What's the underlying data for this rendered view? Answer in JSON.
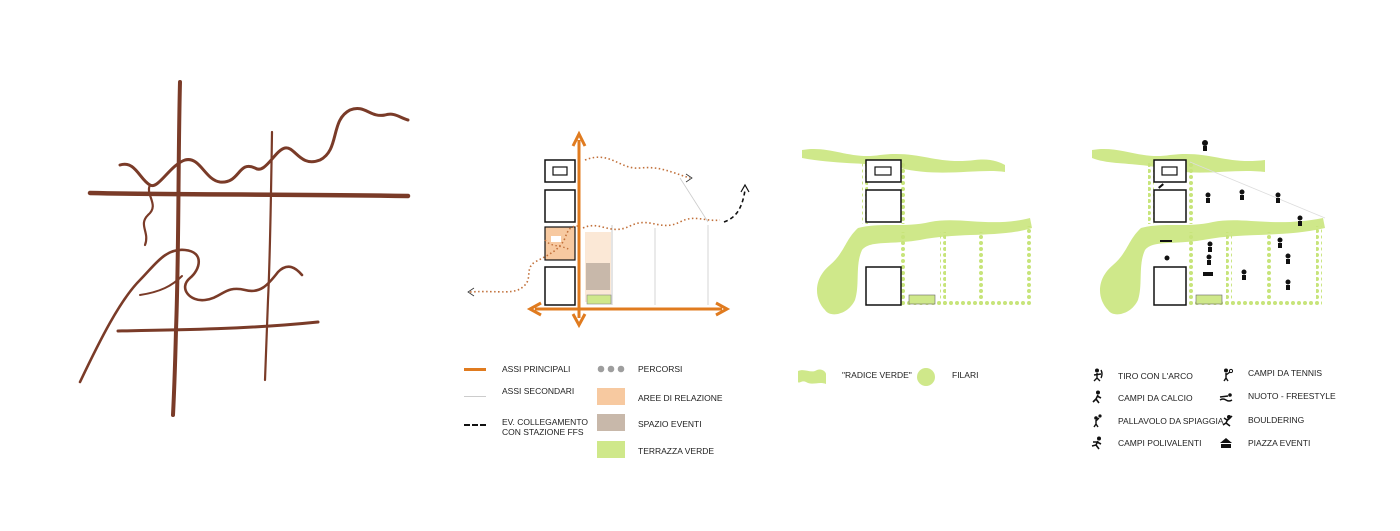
{
  "colors": {
    "sketch_brown": "#7a3b28",
    "orange_axis": "#e07b1f",
    "orange_light": "#f7c9a0",
    "event_grey": "#c8b8aa",
    "green_light": "#cfe88a",
    "green_dot": "#c7e47a",
    "dot_grey": "#9e9e9e"
  },
  "legend_axes": {
    "main_axes": "ASSI PRINCIPALI",
    "secondary_axes": "ASSI SECONDARI",
    "ffs_link_line1": "EV. COLLEGAMENTO",
    "ffs_link_line2": "CON STAZIONE FFS",
    "paths": "PERCORSI",
    "relation_areas": "AREE DI RELAZIONE",
    "event_space": "SPAZIO EVENTI",
    "green_terrace": "TERRAZZA VERDE"
  },
  "legend_green": {
    "green_root": "\"RADICE VERDE\"",
    "tree_rows": "FILARI"
  },
  "legend_sports": {
    "archery": "TIRO CON L'ARCO",
    "football": "CAMPI DA CALCIO",
    "beach_volley": "PALLAVOLO DA SPIAGGIA",
    "multi_courts": "CAMPI POLIVALENTI",
    "tennis": "CAMPI DA TENNIS",
    "swimming": "NUOTO - FREESTYLE",
    "bouldering": "BOULDERING",
    "event_square": "PIAZZA EVENTI"
  },
  "icons": {
    "archery": "archer-icon",
    "football": "football-player-icon",
    "beach_volley": "volleyball-player-icon",
    "multi_courts": "runner-icon",
    "tennis": "tennis-player-icon",
    "swimming": "swimmer-icon",
    "bouldering": "climber-icon",
    "event_square": "event-square-icon"
  }
}
